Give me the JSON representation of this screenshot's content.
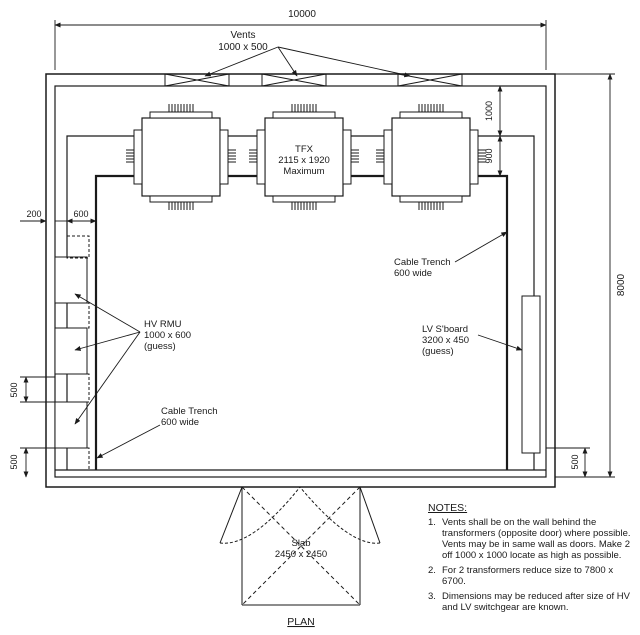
{
  "title": "PLAN",
  "dimensions": {
    "overall_width": "10000",
    "overall_depth": "8000",
    "top_gap": "1000",
    "tfx_gap": "900",
    "wall_200": "200",
    "trench_600": "600",
    "left_500_a": "500",
    "left_500_b": "500",
    "right_500": "500"
  },
  "labels": {
    "vents_title": "Vents",
    "vents_size": "1000 x 500",
    "tfx_title": "TFX",
    "tfx_size": "2115 x 1920",
    "tfx_note": "Maximum",
    "trench_right_1": "Cable Trench",
    "trench_right_2": "600 wide",
    "trench_left_1": "Cable Trench",
    "trench_left_2": "600 wide",
    "hv_title": "HV RMU",
    "hv_size": "1000 x 600",
    "hv_note": "(guess)",
    "lv_title": "LV S'board",
    "lv_size": "3200 x 450",
    "lv_note": "(guess)",
    "slab_title": "Slab",
    "slab_size": "2450 x 2450"
  },
  "notes": {
    "title": "NOTES:",
    "items": [
      {
        "num": "1.",
        "text": "Vents shall be on the wall behind the transformers (opposite door) where possible. Vents may be in same wall as doors. Make 2 off 1000 x 1000 locate as high as possible."
      },
      {
        "num": "2.",
        "text": "For 2 transformers reduce size to 7800 x 6700."
      },
      {
        "num": "3.",
        "text": "Dimensions may be reduced after size of HV and LV switchgear are known."
      }
    ]
  }
}
